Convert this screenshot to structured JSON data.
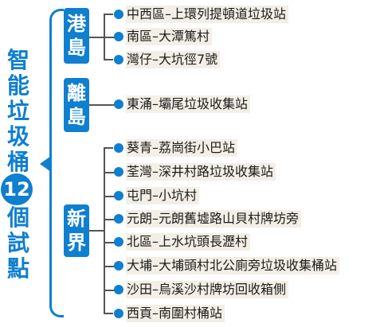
{
  "title": {
    "top": [
      "智",
      "能",
      "垃",
      "圾",
      "桶"
    ],
    "number": "12",
    "bottom": [
      "個",
      "試",
      "點"
    ]
  },
  "regions": [
    {
      "name": [
        "港",
        "島"
      ],
      "items": [
        "中西區–上環列提頓道垃圾站",
        "南區–大潭篤村",
        "灣仔–大坑徑7號"
      ]
    },
    {
      "name": [
        "離",
        "島"
      ],
      "items": [
        "東涌–壩尾垃圾收集站"
      ]
    },
    {
      "name": [
        "新",
        "界"
      ],
      "items": [
        "葵青–荔崗街小巴站",
        "荃灣–深井村路垃圾收集站",
        "屯門–小坑村",
        "元朗–元朗舊墟路山貝村牌坊旁",
        "北區–上水坑頭長瀝村",
        "大埔–大埔頭村北公廁旁垃圾收集桶站",
        "沙田–烏溪沙村牌坊回收箱側",
        "西貢–南圍村桶站"
      ]
    }
  ],
  "colors": {
    "accent": "#0f7fcf",
    "label_bg": "#f3efe6"
  }
}
